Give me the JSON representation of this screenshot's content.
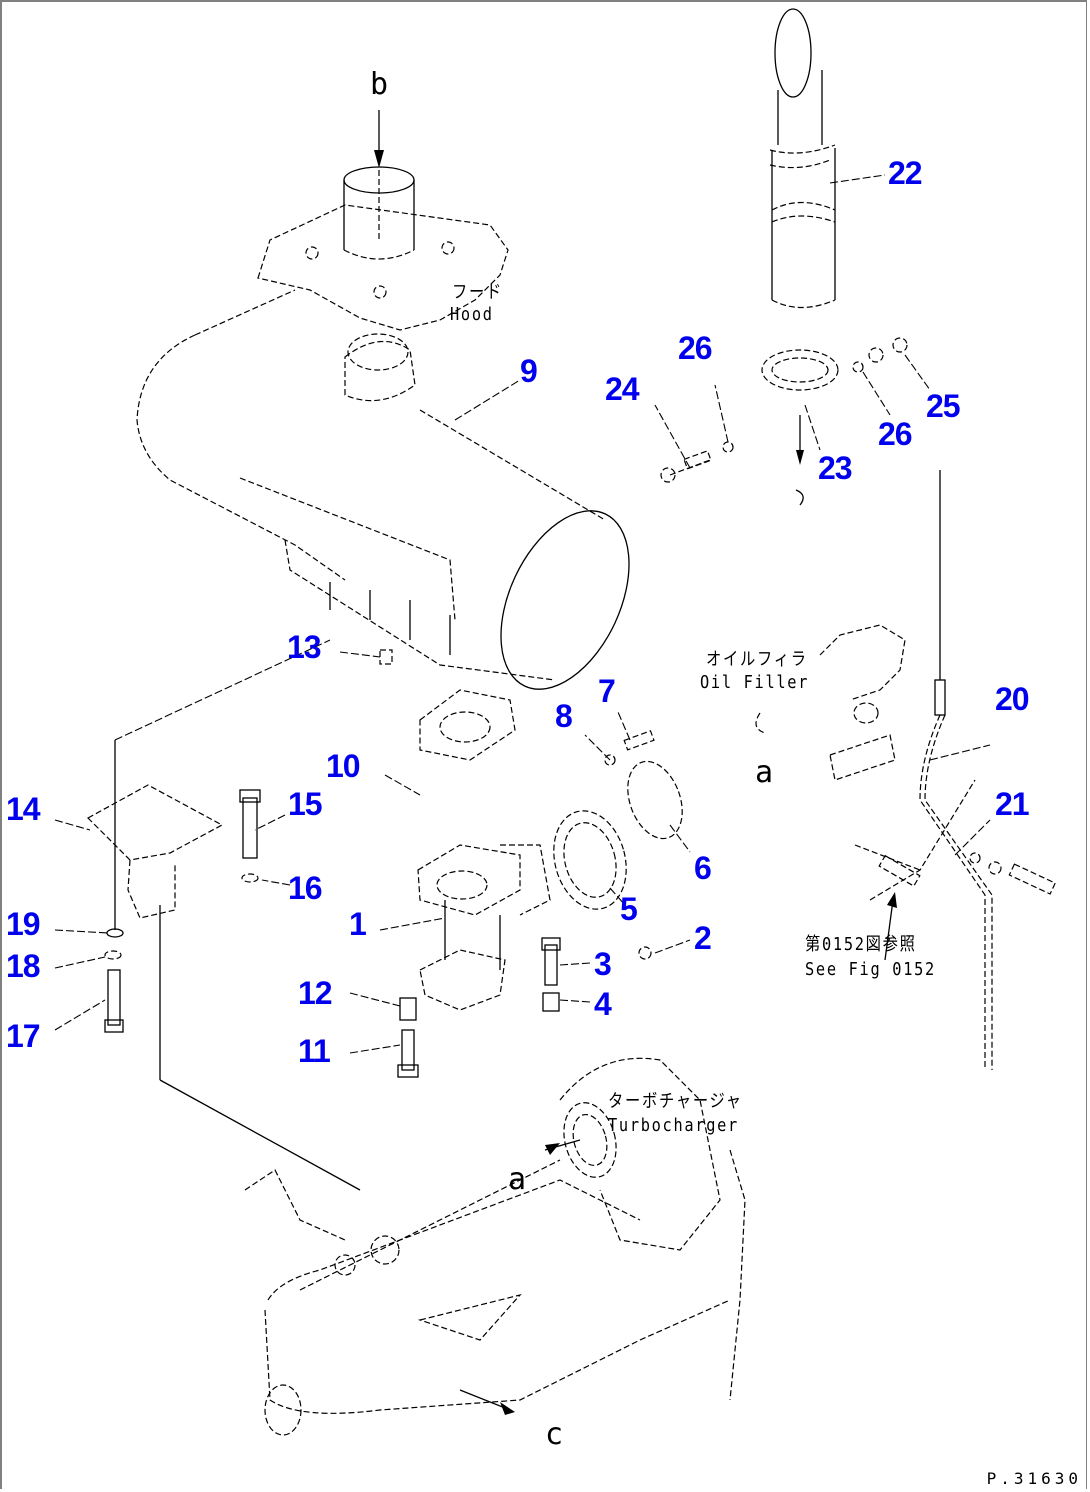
{
  "diagram": {
    "type": "exploded parts diagram",
    "accent_color": "#0000ee",
    "drawing_number": "P.31630",
    "callouts": [
      {
        "id": "1",
        "label": "1"
      },
      {
        "id": "2",
        "label": "2"
      },
      {
        "id": "3",
        "label": "3"
      },
      {
        "id": "4",
        "label": "4"
      },
      {
        "id": "5",
        "label": "5"
      },
      {
        "id": "6",
        "label": "6"
      },
      {
        "id": "7",
        "label": "7"
      },
      {
        "id": "8",
        "label": "8"
      },
      {
        "id": "9",
        "label": "9"
      },
      {
        "id": "10",
        "label": "10"
      },
      {
        "id": "11",
        "label": "11"
      },
      {
        "id": "12",
        "label": "12"
      },
      {
        "id": "13",
        "label": "13"
      },
      {
        "id": "14",
        "label": "14"
      },
      {
        "id": "15",
        "label": "15"
      },
      {
        "id": "16",
        "label": "16"
      },
      {
        "id": "17",
        "label": "17"
      },
      {
        "id": "18",
        "label": "18"
      },
      {
        "id": "19",
        "label": "19"
      },
      {
        "id": "20",
        "label": "20"
      },
      {
        "id": "21",
        "label": "21"
      },
      {
        "id": "22",
        "label": "22"
      },
      {
        "id": "23",
        "label": "23"
      },
      {
        "id": "24",
        "label": "24"
      },
      {
        "id": "25",
        "label": "25"
      },
      {
        "id": "26a",
        "label": "26"
      },
      {
        "id": "26b",
        "label": "26"
      }
    ],
    "notes": {
      "hood_jp": "フード",
      "hood_en": "Hood",
      "oil_filler_jp": "オイルフィラ",
      "oil_filler_en": "Oil Filler",
      "see_fig_jp": "第0152図参照",
      "see_fig_en": "See Fig 0152",
      "turbo_jp": "ターボチャージャ",
      "turbo_en": "Turbocharger"
    },
    "reference_letters": {
      "b": "b",
      "a": "a",
      "c": "c"
    }
  }
}
